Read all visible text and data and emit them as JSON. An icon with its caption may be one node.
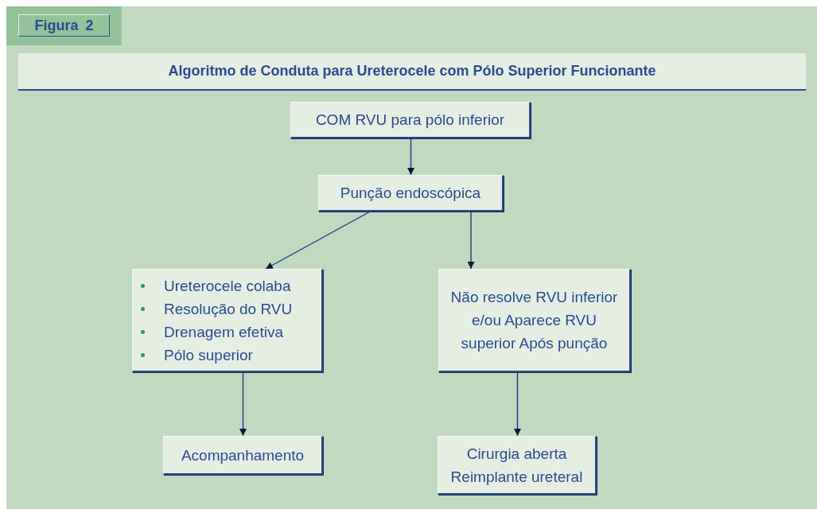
{
  "diagram": {
    "title": "Algoritmo de Conduta para Ureterocele com Pólo Superior Funcionante",
    "nodes": [
      {
        "text": [
          "COM RVU para pólo inferior"
        ]
      },
      {
        "text": [
          "Punção endoscópica"
        ]
      },
      {
        "text": [
          "Ureterocele colaba",
          "Resolução do RVU",
          "Drenagem efetiva",
          "Pólo superior"
        ]
      },
      {
        "text": [
          "Não resolve RVU inferior e/ou Aparece RVU superior Após punção"
        ]
      },
      {
        "text": [
          "Acompanhamento"
        ]
      },
      {
        "text": [
          "Cirurgia aberta Reimplante ureteral"
        ]
      }
    ],
    "edges": [
      {
        "from": 0,
        "to": 1,
        "arrow": "to"
      },
      {
        "from": 1,
        "to": 2,
        "arrow": "to"
      },
      {
        "from": 1,
        "to": 3,
        "arrow": "to"
      },
      {
        "from": 2,
        "to": 4,
        "arrow": "to"
      },
      {
        "from": 3,
        "to": 5,
        "arrow": "to"
      }
    ],
    "labels": [
      "Figura 2"
    ]
  }
}
